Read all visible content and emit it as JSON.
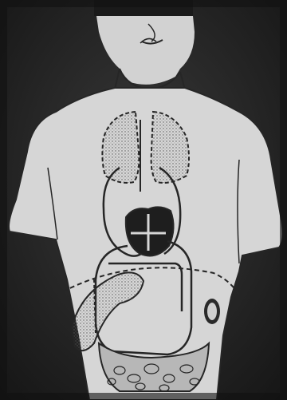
{
  "figure": {
    "colors": {
      "background": "#2b2b2b",
      "vignette": "#111111",
      "body": "#d6d6d6",
      "outline": "#262626",
      "shadow": "#9a9a9a"
    },
    "structures": [
      {
        "id": "head",
        "icon": "head-illustration"
      },
      {
        "id": "torso",
        "icon": "torso-outline"
      },
      {
        "id": "lungs",
        "icon": "lungs-dotted"
      },
      {
        "id": "heart",
        "icon": "heart-chambers"
      },
      {
        "id": "pulmonary-circuit",
        "icon": "vessel-loop"
      },
      {
        "id": "systemic-circuit",
        "icon": "vessel-loop"
      },
      {
        "id": "liver",
        "icon": "liver-dotted"
      },
      {
        "id": "intestine",
        "icon": "intestine-capillary-bed"
      },
      {
        "id": "kidney",
        "icon": "kidney-small"
      },
      {
        "id": "diaphragm",
        "icon": "dashed-line"
      }
    ]
  }
}
